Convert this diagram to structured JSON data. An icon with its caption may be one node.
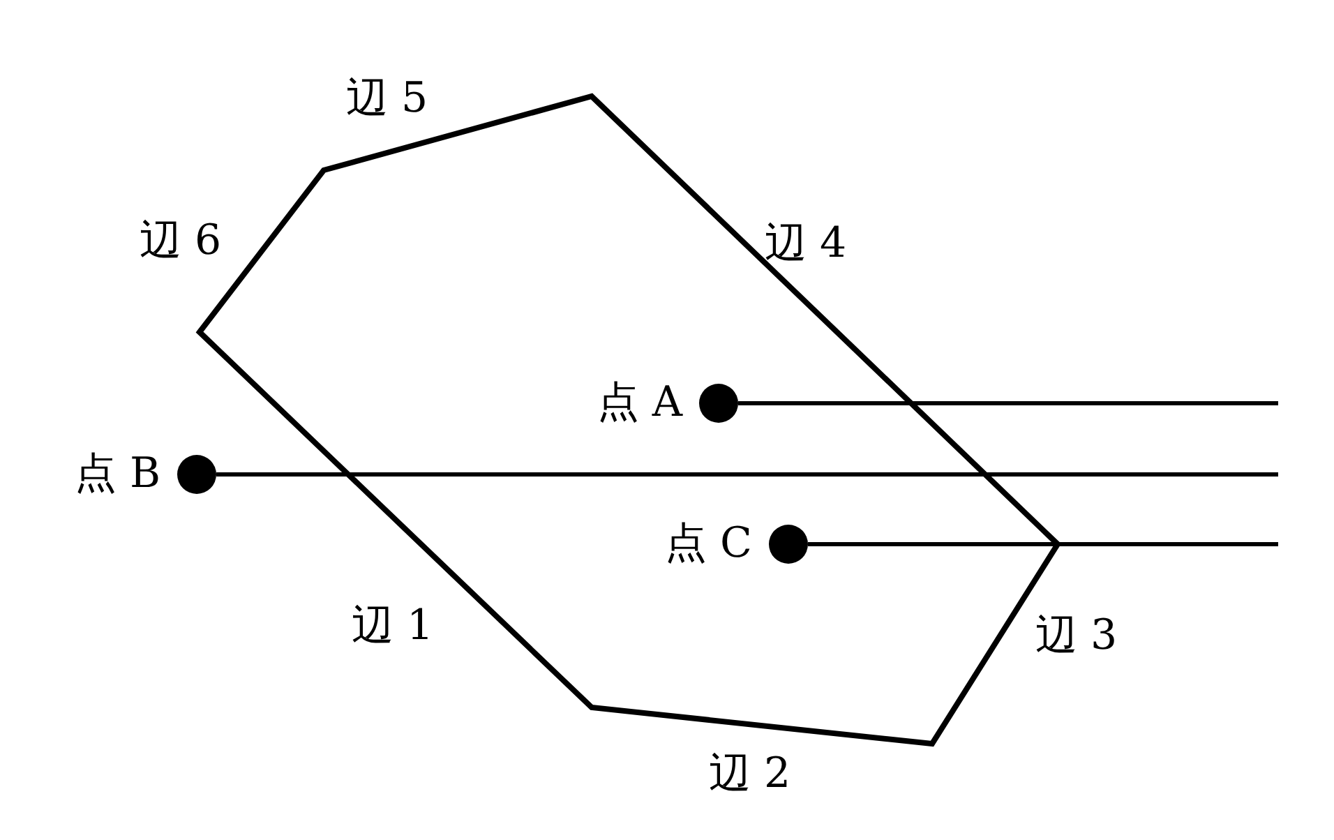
{
  "diagram": {
    "nodes": [
      {
        "text": [],
        "shape": "circle",
        "beside": [
          "点 A"
        ]
      },
      {
        "text": [],
        "shape": "circle",
        "beside": [
          "点 B"
        ]
      },
      {
        "text": [],
        "shape": "circle",
        "beside": [
          "点 C"
        ]
      }
    ],
    "edges": [
      {
        "from": 0,
        "to": null,
        "arrow": "none"
      },
      {
        "from": 1,
        "to": null,
        "arrow": "none"
      },
      {
        "from": 2,
        "to": null,
        "arrow": "none"
      }
    ],
    "labels": [
      "辺 5",
      "辺 6",
      "辺 4",
      "辺 1",
      "辺 3",
      "辺 2"
    ]
  }
}
